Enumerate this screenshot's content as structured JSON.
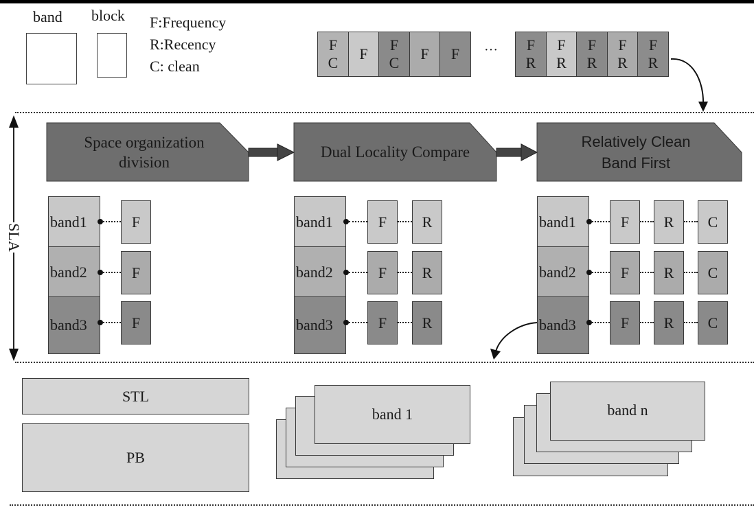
{
  "legend": {
    "band_label": "band",
    "block_label": "block",
    "definitions": [
      "F:Frequency",
      "R:Recency",
      "C: clean"
    ]
  },
  "sequence": {
    "left_cells": [
      {
        "lines": [
          "F",
          "C"
        ],
        "shade": "c2"
      },
      {
        "lines": [
          "F"
        ],
        "shade": "c1"
      },
      {
        "lines": [
          "F",
          "C"
        ],
        "shade": "c3"
      },
      {
        "lines": [
          "F"
        ],
        "shade": "c4"
      },
      {
        "lines": [
          "F"
        ],
        "shade": "c5"
      }
    ],
    "ellipsis": "···",
    "right_cells": [
      {
        "lines": [
          "F",
          "R"
        ],
        "shade": "c5"
      },
      {
        "lines": [
          "F",
          "R"
        ],
        "shade": "c1"
      },
      {
        "lines": [
          "F",
          "R"
        ],
        "shade": "c3"
      },
      {
        "lines": [
          "F",
          "R"
        ],
        "shade": "c4"
      },
      {
        "lines": [
          "F",
          "R"
        ],
        "shade": "c5"
      }
    ]
  },
  "axis_label": "SLA",
  "stages": [
    {
      "title_line1": "Space organization",
      "title_line2": "division",
      "blocks": [
        "F"
      ]
    },
    {
      "title_line1": "Dual Locality Compare",
      "title_line2": "",
      "blocks": [
        "F",
        "R"
      ]
    },
    {
      "title_line1": "Relatively Clean",
      "title_line2": "Band First",
      "blocks": [
        "F",
        "R",
        "C"
      ]
    }
  ],
  "bands": [
    "band1",
    "band2",
    "band3"
  ],
  "lower": {
    "stl": "STL",
    "pb": "PB",
    "stack1": "band 1",
    "stack2": "band n"
  }
}
